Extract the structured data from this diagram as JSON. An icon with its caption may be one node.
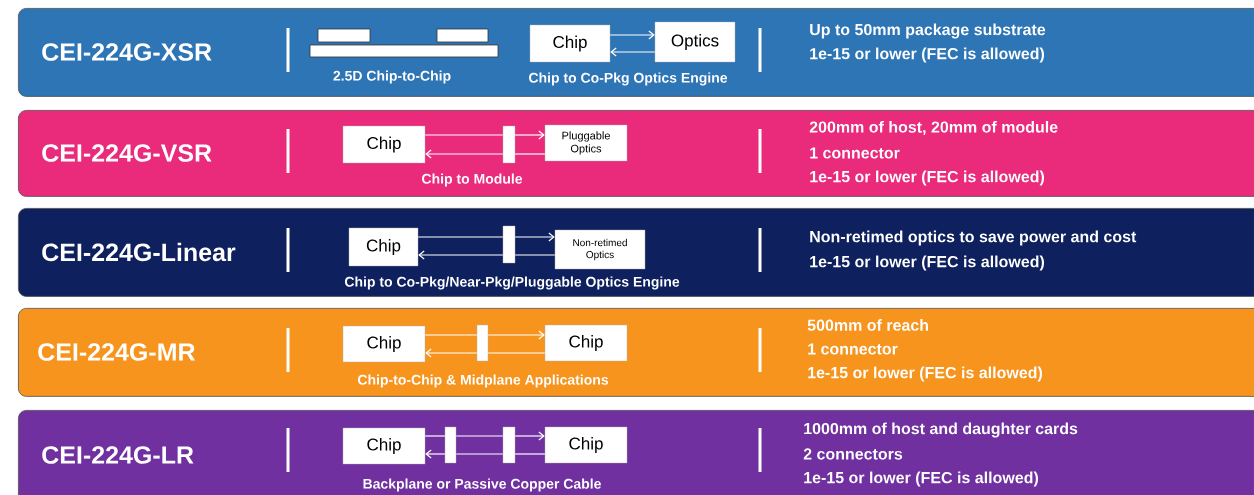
{
  "diagram": {
    "nodes": [
      {
        "text": [
          "CEI-224G-XSR",
          "2.5D Chip-to-Chip",
          "Chip to Co-Pkg Optics Engine",
          "Up to 50mm package substrate",
          "1e-15 or lower (FEC is allowed)"
        ]
      },
      {
        "text": [
          "Chip"
        ],
        "in": 0
      },
      {
        "text": [
          "Optics"
        ],
        "in": 0
      },
      {
        "text": [
          "CEI-224G-VSR",
          "Chip to Module",
          "200mm of host, 20mm of module",
          "1 connector",
          "1e-15 or lower (FEC is allowed)"
        ]
      },
      {
        "text": [
          "Chip"
        ],
        "in": 3
      },
      {
        "text": [],
        "shape": "bar",
        "in": 3
      },
      {
        "text": [
          "Pluggable Optics"
        ],
        "in": 3
      },
      {
        "text": [
          "CEI-224G-Linear",
          "Chip to Co-Pkg/Near-Pkg/Pluggable Optics Engine",
          "Non-retimed optics to save power and cost",
          "1e-15 or lower (FEC is allowed)"
        ]
      },
      {
        "text": [
          "Chip"
        ],
        "in": 7
      },
      {
        "text": [],
        "shape": "bar",
        "in": 7
      },
      {
        "text": [
          "Non-retimed Optics"
        ],
        "in": 7
      },
      {
        "text": [
          "CEI-224G-MR",
          "Chip-to-Chip & Midplane Applications",
          "500mm of reach",
          "1 connector",
          "1e-15 or lower (FEC is allowed)"
        ]
      },
      {
        "text": [
          "Chip"
        ],
        "in": 11
      },
      {
        "text": [],
        "shape": "bar",
        "in": 11
      },
      {
        "text": [
          "Chip"
        ],
        "in": 11
      },
      {
        "text": [
          "CEI-224G-LR",
          "Backplane or Passive Copper Cable",
          "1000mm of host and daughter cards",
          "2 connectors",
          "1e-15 or lower (FEC is allowed)"
        ]
      },
      {
        "text": [
          "Chip"
        ],
        "in": 15
      },
      {
        "text": [],
        "shape": "bar",
        "in": 15
      },
      {
        "text": [],
        "shape": "bar",
        "in": 15
      },
      {
        "text": [
          "Chip"
        ],
        "in": 15
      }
    ],
    "edges": [
      {
        "from": 1,
        "to": 2,
        "arrow": "to"
      },
      {
        "from": 2,
        "to": 1,
        "arrow": "to"
      },
      {
        "from": 4,
        "to": 5,
        "arrow": "none"
      },
      {
        "from": 5,
        "to": 6,
        "arrow": "to"
      },
      {
        "from": 6,
        "to": 5,
        "arrow": "none"
      },
      {
        "from": 5,
        "to": 4,
        "arrow": "to"
      },
      {
        "from": 8,
        "to": 9,
        "arrow": "none"
      },
      {
        "from": 9,
        "to": 10,
        "arrow": "to"
      },
      {
        "from": 10,
        "to": 9,
        "arrow": "none"
      },
      {
        "from": 9,
        "to": 8,
        "arrow": "to"
      },
      {
        "from": 12,
        "to": 13,
        "arrow": "none"
      },
      {
        "from": 13,
        "to": 14,
        "arrow": "to"
      },
      {
        "from": 14,
        "to": 13,
        "arrow": "none"
      },
      {
        "from": 13,
        "to": 12,
        "arrow": "to"
      },
      {
        "from": 16,
        "to": 17,
        "arrow": "none"
      },
      {
        "from": 17,
        "to": 18,
        "arrow": "none"
      },
      {
        "from": 18,
        "to": 19,
        "arrow": "to"
      },
      {
        "from": 19,
        "to": 18,
        "arrow": "none"
      },
      {
        "from": 18,
        "to": 17,
        "arrow": "none"
      },
      {
        "from": 17,
        "to": 16,
        "arrow": "to"
      }
    ]
  }
}
